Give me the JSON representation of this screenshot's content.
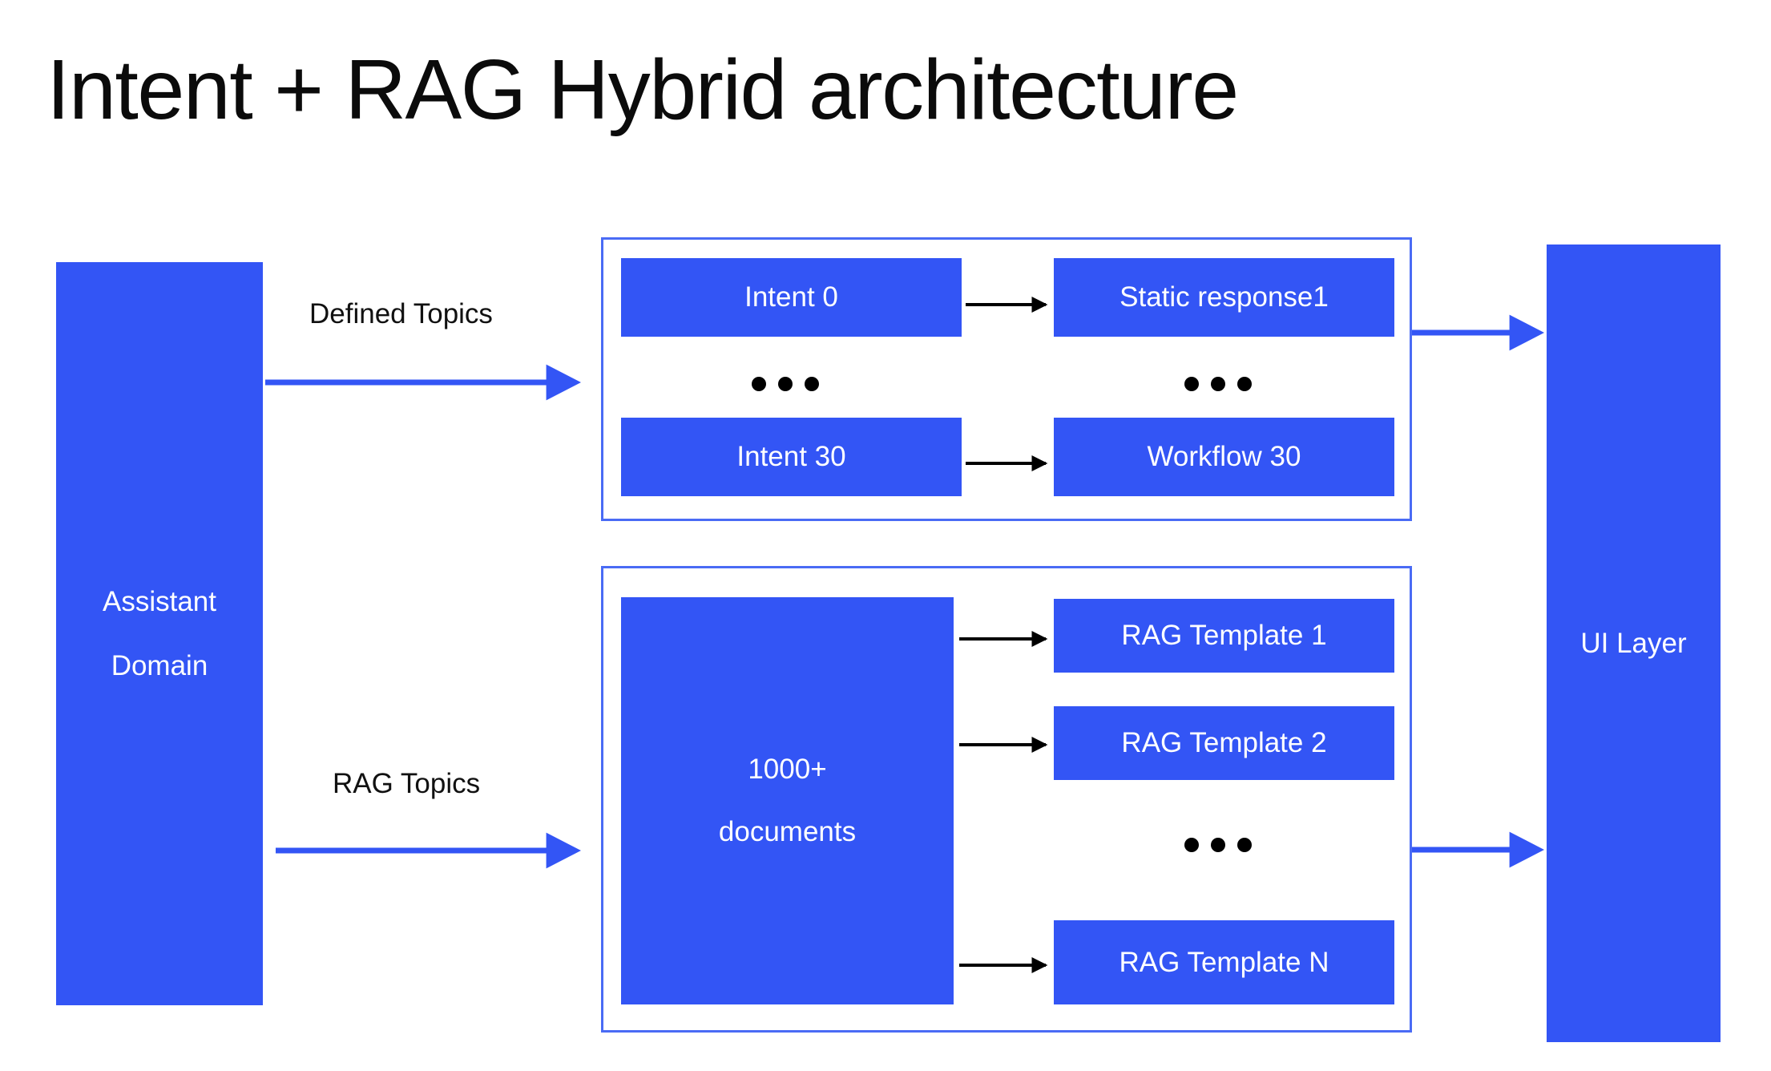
{
  "title": "Intent + RAG Hybrid architecture",
  "colors": {
    "block_fill": "#3355f5",
    "panel_border": "#4a6bf5",
    "blue_arrow": "#3355f5",
    "black_arrow": "#000000",
    "block_text": "#ffffff",
    "label_text": "#111111",
    "background": "#ffffff"
  },
  "source": {
    "line1": "Assistant",
    "line2": "Domain"
  },
  "edges": {
    "defined_topics": "Defined Topics",
    "rag_topics": "RAG Topics"
  },
  "intent_panel": {
    "rows": [
      {
        "intent": "Intent 0",
        "target": "Static response1"
      },
      {
        "intent": "Intent 30",
        "target": "Workflow 30"
      }
    ],
    "ellipsis": "• • •"
  },
  "rag_panel": {
    "store": {
      "line1": "1000+",
      "line2": "documents"
    },
    "templates": [
      "RAG Template 1",
      "RAG Template 2",
      "RAG Template N"
    ],
    "ellipsis": "• • •"
  },
  "sink": {
    "label": "UI Layer"
  }
}
